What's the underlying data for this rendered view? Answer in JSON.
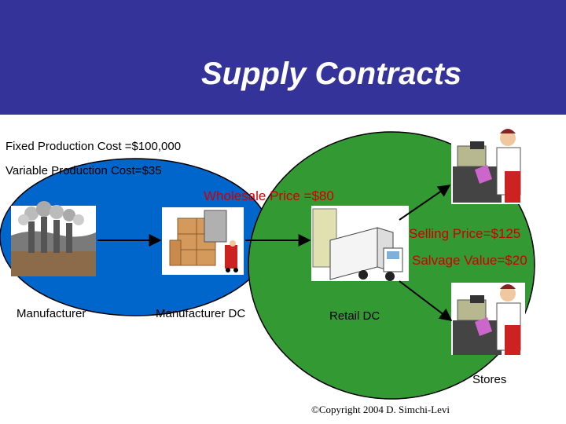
{
  "header": {
    "title": "Supply Contracts",
    "bg_color": "#333399"
  },
  "costs": {
    "fixed": "Fixed Production Cost =$100,000",
    "variable": "Variable Production Cost=$35"
  },
  "prices": {
    "wholesale": "Wholesale Price =$80",
    "selling": "Selling Price=$125",
    "salvage": "Salvage Value=$20"
  },
  "nodes": {
    "manufacturer": "Manufacturer",
    "manufacturer_dc": "Manufacturer DC",
    "retail_dc": "Retail DC",
    "stores": "Stores"
  },
  "footer": {
    "copyright": "©Copyright 2004 D. Simchi-Levi"
  },
  "colors": {
    "left_ellipse": "#0066cc",
    "right_circle": "#339933",
    "price_text": "#cc0000"
  },
  "icons": [
    "factory-icon",
    "warehouse-icon",
    "truck-icon",
    "cashier-icon"
  ]
}
